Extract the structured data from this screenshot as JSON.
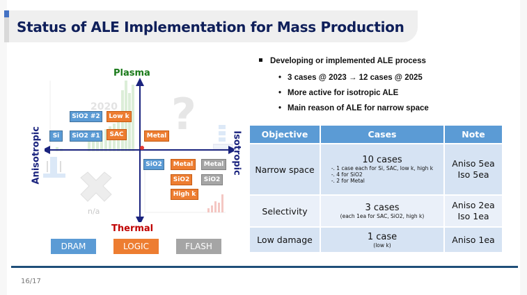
{
  "header": {
    "title": "Status of ALE Implementation for Mass Production"
  },
  "quadrant": {
    "axis_top": "Plasma",
    "axis_bottom": "Thermal",
    "axis_left": "Anisotropic",
    "axis_right": "Isotropic",
    "unknown_symbol": "?",
    "na_label": "n/a",
    "boxes": [
      {
        "label": "SiO2 #2",
        "type": "DRAM",
        "color": "#5b9bd5"
      },
      {
        "label": "Low k",
        "type": "LOGIC",
        "color": "#ed7d31"
      },
      {
        "label": "Si",
        "type": "DRAM",
        "color": "#5b9bd5"
      },
      {
        "label": "SiO2 #1",
        "type": "DRAM",
        "color": "#5b9bd5"
      },
      {
        "label": "SAC",
        "type": "LOGIC",
        "color": "#ed7d31"
      },
      {
        "label": "Metal",
        "type": "LOGIC",
        "color": "#ed7d31"
      },
      {
        "label": "SiO2",
        "type": "DRAM",
        "color": "#5b9bd5"
      },
      {
        "label": "Metal",
        "type": "LOGIC",
        "color": "#ed7d31"
      },
      {
        "label": "Metal",
        "type": "FLASH",
        "color": "#a5a5a5"
      },
      {
        "label": "SiO2",
        "type": "LOGIC",
        "color": "#ed7d31"
      },
      {
        "label": "SiO2",
        "type": "FLASH",
        "color": "#a5a5a5"
      },
      {
        "label": "High k",
        "type": "LOGIC",
        "color": "#ed7d31"
      }
    ],
    "legend": [
      {
        "label": "DRAM",
        "color": "#5b9bd5"
      },
      {
        "label": "LOGIC",
        "color": "#ed7d31"
      },
      {
        "label": "FLASH",
        "color": "#a5a5a5"
      }
    ]
  },
  "bullets": {
    "main": "Developing or implemented ALE process",
    "sub": [
      "3 cases @ 2023 → 12 cases @ 2025",
      "More active for isotropic ALE",
      "Main reason of ALE for narrow space"
    ]
  },
  "table": {
    "headers": [
      "Objective",
      "Cases",
      "Note"
    ],
    "rows": [
      {
        "objective": "Narrow space",
        "cases": "10 cases",
        "details": [
          "-. 1 case each for Si, SAC, low k, high k",
          "-. 4 for SiO2",
          "-. 2 for Metal"
        ],
        "note": [
          "Aniso 5ea",
          "Iso 5ea"
        ]
      },
      {
        "objective": "Selectivity",
        "cases": "3 cases",
        "details": [
          "(each 1ea for SAC, SiO2, high k)"
        ],
        "note": [
          "Aniso 2ea",
          "Iso 1ea"
        ]
      },
      {
        "objective": "Low damage",
        "cases": "1 case",
        "details": [
          "(low k)"
        ],
        "note": [
          "Aniso 1ea"
        ]
      }
    ]
  },
  "footer": {
    "page": "16/17"
  }
}
